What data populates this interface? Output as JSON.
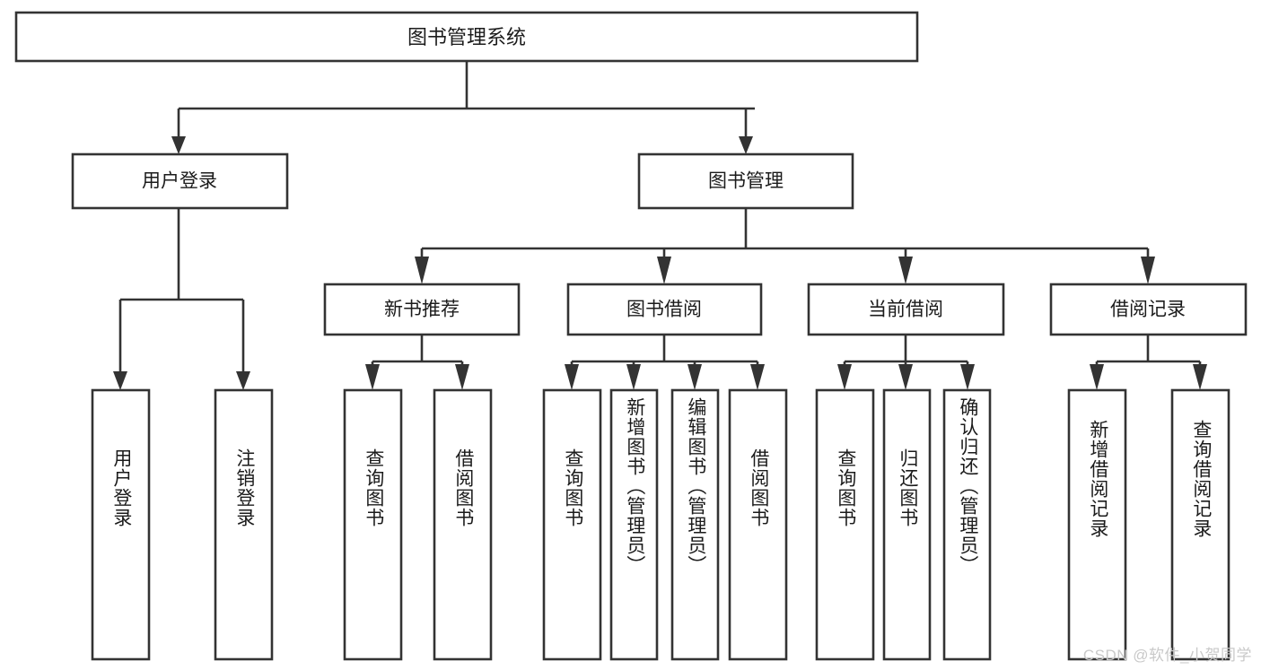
{
  "diagram": {
    "type": "tree-hierarchy",
    "title": "图书管理系统",
    "root": {
      "id": "root",
      "label": "图书管理系统",
      "orientation": "horizontal"
    },
    "level1": [
      {
        "id": "user-login",
        "label": "用户登录",
        "orientation": "horizontal"
      },
      {
        "id": "book-management",
        "label": "图书管理",
        "orientation": "horizontal"
      }
    ],
    "level2": [
      {
        "id": "new-book-recommend",
        "label": "新书推荐",
        "parent": "book-management",
        "orientation": "horizontal"
      },
      {
        "id": "book-borrow",
        "label": "图书借阅",
        "parent": "book-management",
        "orientation": "horizontal"
      },
      {
        "id": "current-borrow",
        "label": "当前借阅",
        "parent": "book-management",
        "orientation": "horizontal"
      },
      {
        "id": "borrow-record",
        "label": "借阅记录",
        "parent": "book-management",
        "orientation": "horizontal"
      }
    ],
    "leaves": [
      {
        "id": "leaf-user-login",
        "label": "用户登录",
        "parent": "user-login",
        "orientation": "vertical"
      },
      {
        "id": "leaf-logout",
        "label": "注销登录",
        "parent": "user-login",
        "orientation": "vertical"
      },
      {
        "id": "leaf-query-book-1",
        "label": "查询图书",
        "parent": "new-book-recommend",
        "orientation": "vertical"
      },
      {
        "id": "leaf-borrow-book-1",
        "label": "借阅图书",
        "parent": "new-book-recommend",
        "orientation": "vertical"
      },
      {
        "id": "leaf-query-book-2",
        "label": "查询图书",
        "parent": "book-borrow",
        "orientation": "vertical"
      },
      {
        "id": "leaf-add-book",
        "label": "新增图书（管理员）",
        "parent": "book-borrow",
        "orientation": "vertical"
      },
      {
        "id": "leaf-edit-book",
        "label": "编辑图书（管理员）",
        "parent": "book-borrow",
        "orientation": "vertical"
      },
      {
        "id": "leaf-borrow-book-2",
        "label": "借阅图书",
        "parent": "book-borrow",
        "orientation": "vertical"
      },
      {
        "id": "leaf-query-book-3",
        "label": "查询图书",
        "parent": "current-borrow",
        "orientation": "vertical"
      },
      {
        "id": "leaf-return-book",
        "label": "归还图书",
        "parent": "current-borrow",
        "orientation": "vertical"
      },
      {
        "id": "leaf-confirm-return",
        "label": "确认归还（管理员）",
        "parent": "current-borrow",
        "orientation": "vertical"
      },
      {
        "id": "leaf-add-record",
        "label": "新增借阅记录",
        "parent": "borrow-record",
        "orientation": "vertical"
      },
      {
        "id": "leaf-query-record",
        "label": "查询借阅记录",
        "parent": "borrow-record",
        "orientation": "vertical"
      }
    ],
    "colors": {
      "stroke": "#333333",
      "fill": "#ffffff",
      "text": "#1b1b1b",
      "watermark": "#c9c9c9",
      "background": "#ffffff"
    }
  },
  "watermark": {
    "text": "CSDN @软件_小贺同学"
  }
}
